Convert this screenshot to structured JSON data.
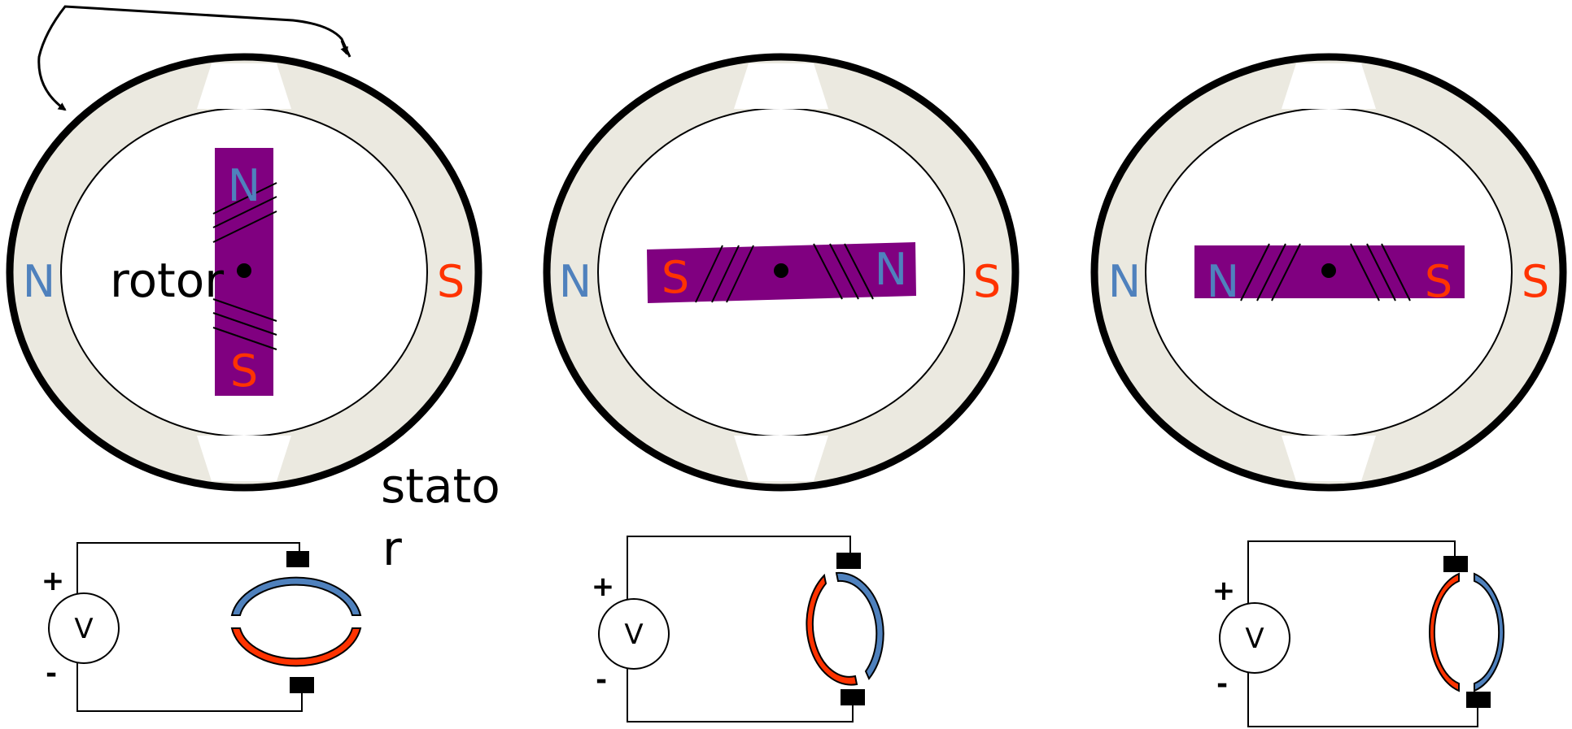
{
  "labels": {
    "rotor": "rotor",
    "stator_line1": "stato",
    "stator_line2": "r",
    "north": "N",
    "south": "S",
    "plus": "+",
    "minus": "-",
    "voltage": "V"
  },
  "colors": {
    "stator_fill": "#ebe9e0",
    "rotor_fill": "#800080",
    "north": "#4f81bd",
    "south": "#ff3300",
    "outline": "#000000"
  },
  "motors": [
    {
      "stator_left_pole": "N",
      "stator_right_pole": "S",
      "rotor_orientation": "vertical",
      "rotor_end_a": "N",
      "rotor_end_b": "S"
    },
    {
      "stator_left_pole": "N",
      "stator_right_pole": "S",
      "rotor_orientation": "horizontal",
      "rotor_end_a": "S",
      "rotor_end_b": "N"
    },
    {
      "stator_left_pole": "N",
      "stator_right_pole": "S",
      "rotor_orientation": "horizontal",
      "rotor_end_a": "N",
      "rotor_end_b": "S"
    }
  ],
  "icons": [
    "rotation-arrow-icon",
    "commutator-icon",
    "brush-icon",
    "voltage-source-icon"
  ]
}
